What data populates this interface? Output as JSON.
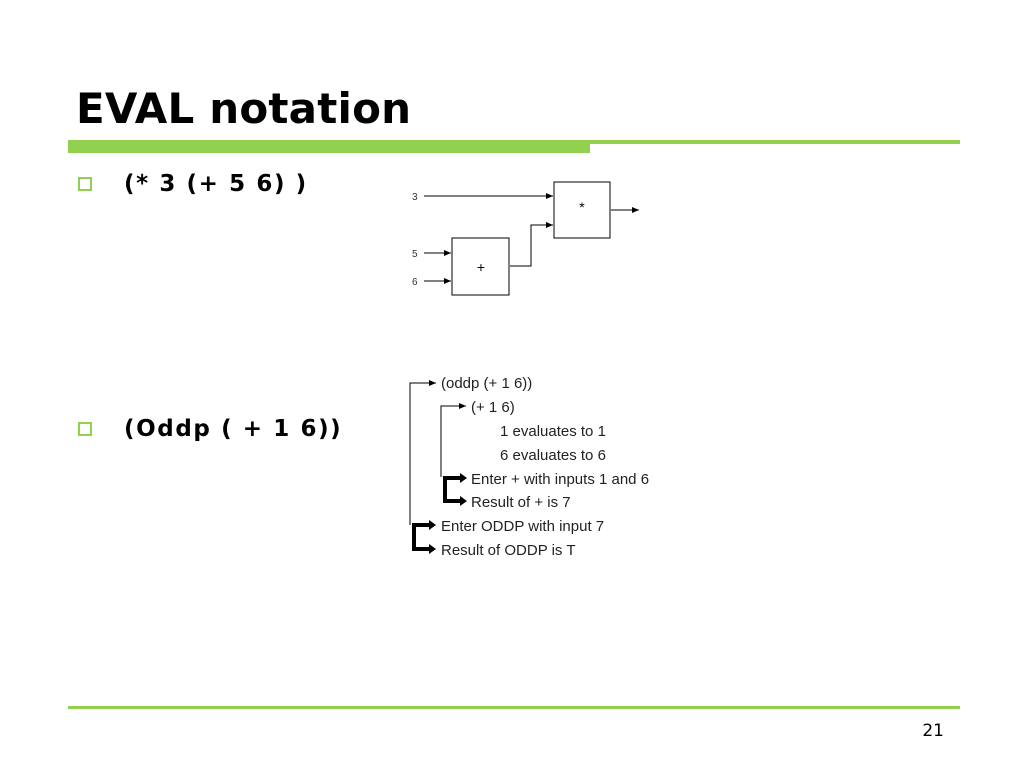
{
  "slide": {
    "title": "EVAL notation",
    "page_number": "21",
    "accent_color": "#92d050"
  },
  "bullets": [
    {
      "text": "(* 3 (+ 5 6) )"
    },
    {
      "text": "(Oddp ( + 1 6))"
    }
  ],
  "circuit": {
    "input_top": "3",
    "input_mid": "5",
    "input_bottom": "6",
    "op_multiply": "*",
    "op_add": "+"
  },
  "trace": {
    "lines": [
      "(oddp (+ 1 6))",
      "(+ 1 6)",
      "1 evaluates to 1",
      "6 evaluates to 6",
      "Enter + with inputs 1 and 6",
      "Result of + is 7",
      "Enter ODDP with input 7",
      "Result of ODDP is T"
    ]
  }
}
